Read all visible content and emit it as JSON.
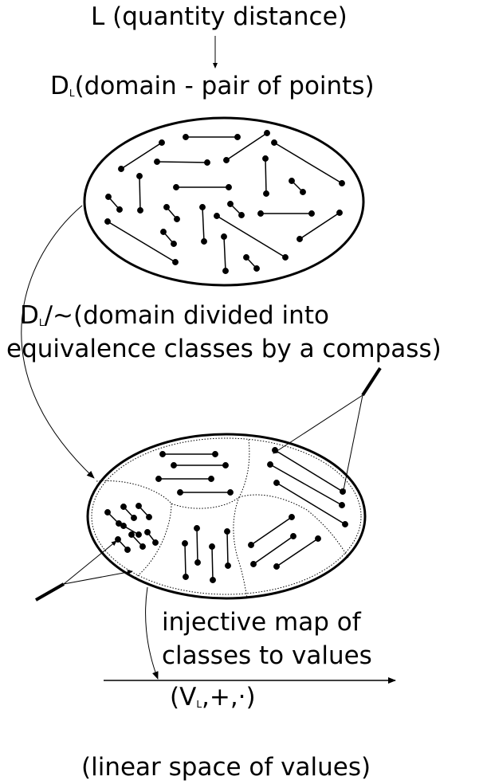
{
  "labels": {
    "top": "L (quantity distance)",
    "domain_main": "D",
    "domain_sub": "L",
    "domain_rest": "(domain - pair of points)",
    "quotient_main": "D",
    "quotient_sub": "L",
    "quotient_rest": "/∼(domain divided into",
    "quotient_line2": "equivalence classes by a compass)",
    "map_line1": "injective map of",
    "map_line2": "classes to values",
    "values_open": "(V",
    "values_sub": "L",
    "values_rest": ",+,·)",
    "bottom": "(linear space of values)"
  }
}
